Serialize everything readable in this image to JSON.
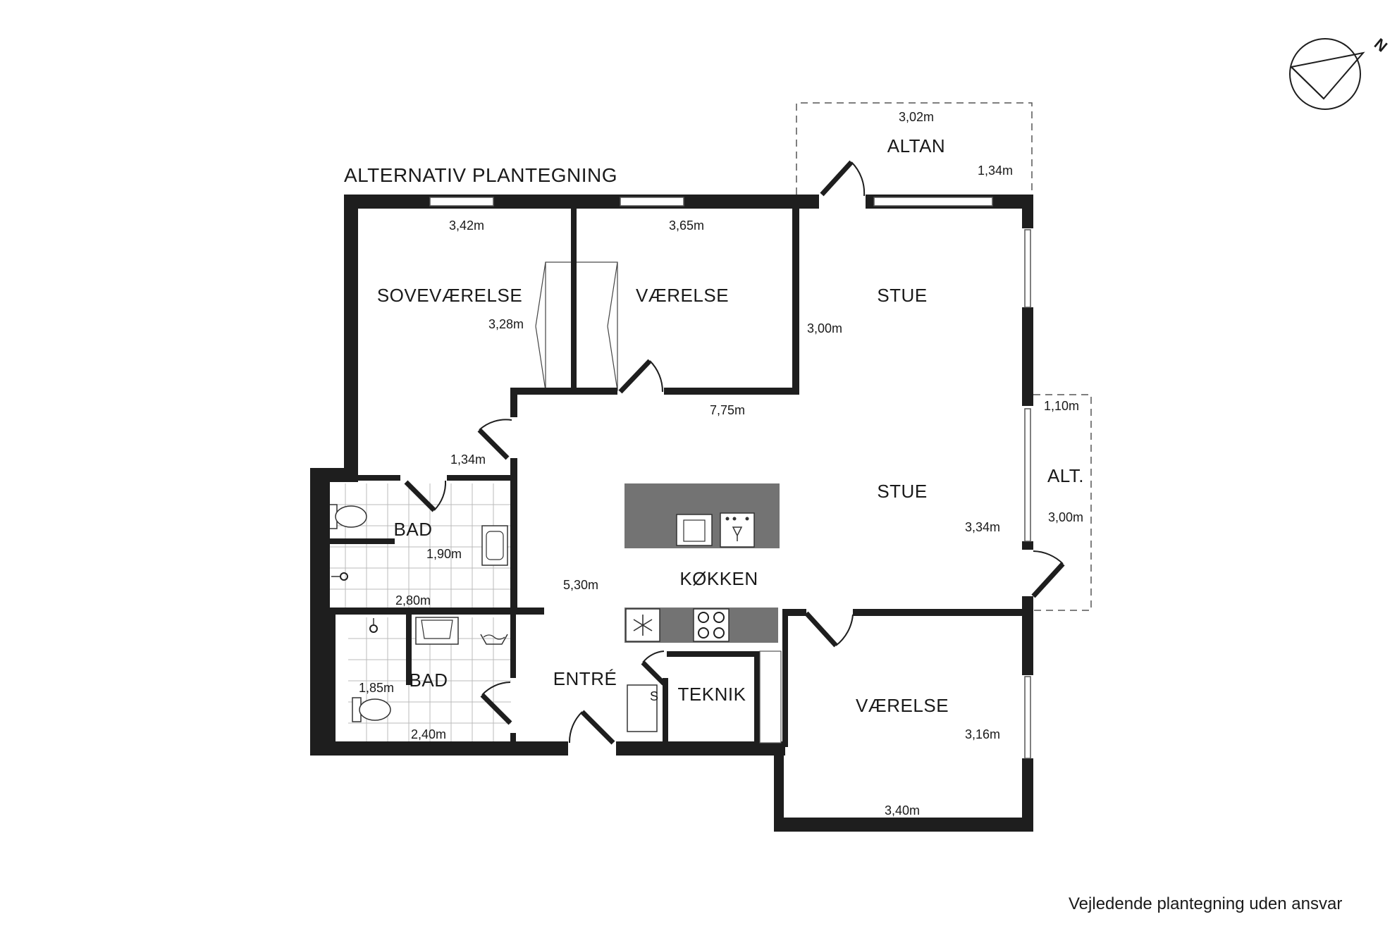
{
  "plan": {
    "title": "ALTERNATIV PLANTEGNING",
    "disclaimer": "Vejledende plantegning uden ansvar",
    "compass_letter": "N",
    "rooms": {
      "sovevaerelse": "SOVEVÆRELSE",
      "vaerelse_top": "VÆRELSE",
      "stue_top": "STUE",
      "altan": "ALTAN",
      "stue_mid": "STUE",
      "alt": "ALT.",
      "bad_top": "BAD",
      "bad_bottom": "BAD",
      "kokken": "KØKKEN",
      "entre": "ENTRÉ",
      "teknik": "TEKNIK",
      "vaerelse_bottom": "VÆRELSE",
      "cabinet": "S"
    },
    "dimensions": {
      "d_342": "3,42m",
      "d_365": "3,65m",
      "d_302": "3,02m",
      "d_134_altan": "1,34m",
      "d_328": "3,28m",
      "d_300_stue": "3,00m",
      "d_775": "7,75m",
      "d_110": "1,10m",
      "d_134_hall": "1,34m",
      "d_300_alt": "3,00m",
      "d_334": "3,34m",
      "d_190": "1,90m",
      "d_280": "2,80m",
      "d_530": "5,30m",
      "d_185": "1,85m",
      "d_240": "2,40m",
      "d_316": "3,16m",
      "d_340": "3,40m"
    },
    "colors": {
      "wall": "#1e1e1e",
      "island": "#737373",
      "counter": "#737373",
      "window": "#ffffff"
    }
  }
}
